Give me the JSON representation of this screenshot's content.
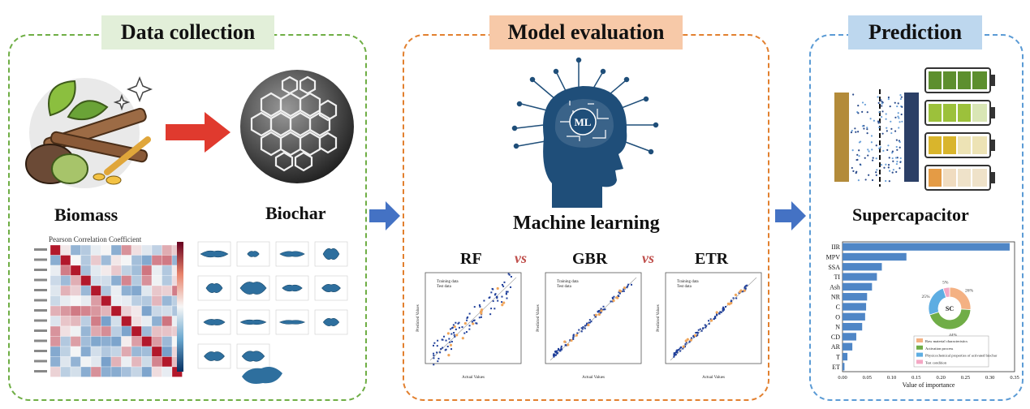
{
  "sections": {
    "data_collection": "Data collection",
    "model_evaluation": "Model evaluation",
    "prediction": "Prediction"
  },
  "labels": {
    "biomass": "Biomass",
    "biochar": "Biochar",
    "machine_learning": "Machine learning",
    "supercapacitor": "Supercapacitor",
    "brain_ml": "ML"
  },
  "heatmap": {
    "title": "Pearson Correlation Coefficient"
  },
  "models": {
    "rf": "RF",
    "gbr": "GBR",
    "etr": "ETR",
    "vs1": "vs",
    "vs2": "vs"
  },
  "scatter": {
    "legend_train": "Training data",
    "legend_test": "Test data",
    "xlabel": "Actual Values",
    "ylabel": "Predicted Values"
  },
  "importance": {
    "features": [
      "IIR",
      "MPV",
      "SSA",
      "TI",
      "Ash",
      "NR",
      "C",
      "O",
      "N",
      "CD",
      "AR",
      "T",
      "ET"
    ],
    "values": [
      0.34,
      0.13,
      0.08,
      0.07,
      0.06,
      0.05,
      0.048,
      0.046,
      0.04,
      0.028,
      0.02,
      0.01,
      0.004
    ],
    "xticks": [
      "0.00",
      "0.05",
      "0.10",
      "0.15",
      "0.20",
      "0.25",
      "0.30",
      "0.35"
    ],
    "xlabel": "Value of importance",
    "bar_color": "#4f86c6",
    "donut_center": "SC",
    "donut": [
      {
        "label": "Raw material characteristics",
        "pct": "26%",
        "value": 26,
        "color": "#f4b183"
      },
      {
        "label": "Activation process",
        "pct": "44%",
        "value": 44,
        "color": "#70ad47"
      },
      {
        "label": "Physicochemical properties of activated biochar",
        "pct": "25%",
        "value": 25,
        "color": "#5dade2"
      },
      {
        "label": "Test condition",
        "pct": "5%",
        "value": 5,
        "color": "#f4a7c4"
      }
    ]
  },
  "colors": {
    "green_border": "#6fae45",
    "orange_border": "#e2802f",
    "blue_border": "#5b9bd5",
    "arrow_blue": "#4472c4",
    "arrow_red": "#e03a2e",
    "brain_blue": "#1f4e79"
  }
}
